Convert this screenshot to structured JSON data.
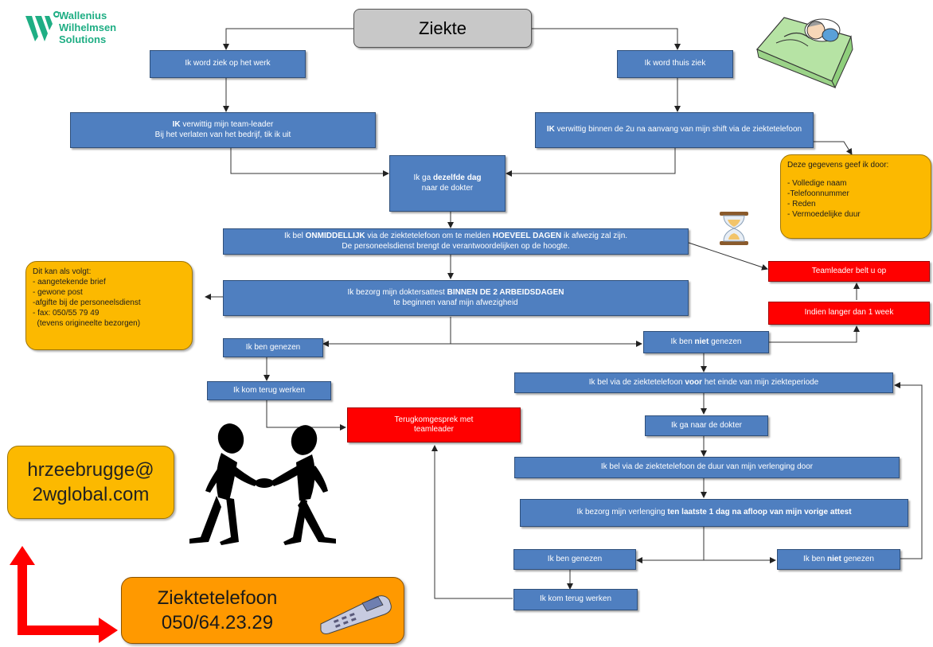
{
  "logo": {
    "line1": "Wallenius",
    "line2": "Wilhelmsen",
    "line3": "Solutions"
  },
  "title": "Ziekte",
  "nodes": {
    "work_sick": "Ik word ziek op het werk",
    "home_sick": "Ik word thuis ziek",
    "notify_leader_a": "IK",
    "notify_leader_b": " verwittig mijn team-leader",
    "notify_leader_c": "Bij het verlaten van het bedrijf, tik ik uit",
    "notify_phone_a": "IK",
    "notify_phone_b": " verwittig binnen de 2u na aanvang van mijn  shift  via de ziektetelefoon",
    "doctor_a": "Ik ga ",
    "doctor_b": "dezelfde dag",
    "doctor_c": "naar de dokter",
    "call_a": "Ik bel ",
    "call_b": "ONMIDDELLIJK",
    "call_c": "  via de ziektetelefoon om te melden ",
    "call_d": "HOEVEEL  DAGEN",
    "call_e": "  ik afwezig zal zijn.",
    "call_f": "De personeelsdienst brengt de verantwoordelijken op de hoogte.",
    "attest_a": "Ik bezorg mijn doktersattest ",
    "attest_b": "BINNEN  DE  2  ARBEIDSDAGEN",
    "attest_c": "te beginnen vanaf mijn afwezigheid",
    "healed_left": "Ik ben genezen",
    "back_to_work_left": "Ik kom terug werken",
    "return_talk": "Terugkomgesprek met teamleader",
    "not_healed_a": "Ik ben ",
    "not_healed_b": "niet",
    "not_healed_c": " genezen",
    "leader_calls": "Teamleader belt u op",
    "longer_week": "Indien langer dan 1 week",
    "call_before_end_a": "Ik bel via de ziektetelefoon ",
    "call_before_end_b": "voor",
    "call_before_end_c": " het einde van mijn  ziekteperiode",
    "go_doctor": "Ik ga naar de dokter",
    "call_extension": "Ik bel  via de ziektetelefoon de duur van mijn  verlenging door",
    "deliver_ext_a": "Ik bezorg mijn verlenging ",
    "deliver_ext_b": "ten laatste 1 dag na afloop van mijn vorige attest",
    "healed_right": "Ik ben genezen",
    "not_healed_right_a": "Ik ben ",
    "not_healed_right_b": "niet",
    "not_healed_right_c": " genezen",
    "back_to_work_right": "Ik kom terug werken"
  },
  "info_box": {
    "heading": "Deze gegevens geef ik door:",
    "items": [
      "- Volledige naam",
      "-Telefoonnummer",
      "- Reden",
      "- Vermoedelijke duur"
    ]
  },
  "delivery_box": {
    "heading": "Dit kan als volgt:",
    "items": [
      "- aangetekende brief",
      "- gewone post",
      "-afgifte bij de personeelsdienst",
      "- fax: 050/55 79 49",
      "  (tevens origineelte bezorgen)"
    ]
  },
  "email": {
    "line1": "hrzeebrugge@",
    "line2": "2wglobal.com"
  },
  "phone": {
    "line1": "Ziektetelefoon",
    "line2": "050/64.23.29"
  },
  "colors": {
    "blue": "#4f7fc0",
    "red": "#ff0000",
    "yellow": "#fcb900",
    "orange": "#ff9900",
    "logo": "#1fae84"
  }
}
